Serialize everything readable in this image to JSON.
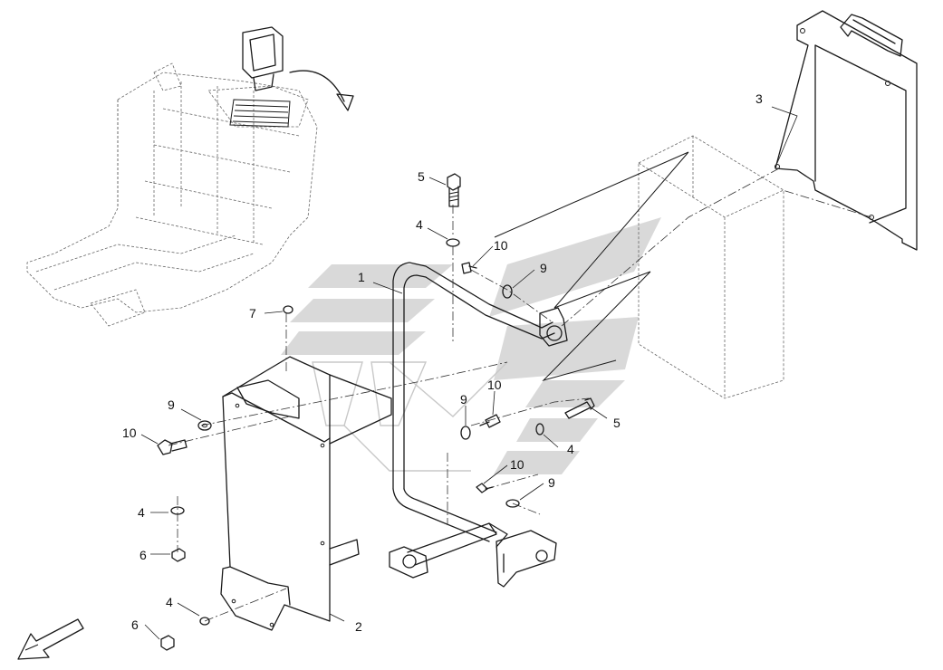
{
  "diagram": {
    "callouts": [
      {
        "id": "c1",
        "label": "1"
      },
      {
        "id": "c2",
        "label": "2"
      },
      {
        "id": "c3",
        "label": "3"
      },
      {
        "id": "c4a",
        "label": "4"
      },
      {
        "id": "c4b",
        "label": "4"
      },
      {
        "id": "c4c",
        "label": "4"
      },
      {
        "id": "c4d",
        "label": "4"
      },
      {
        "id": "c5a",
        "label": "5"
      },
      {
        "id": "c5b",
        "label": "5"
      },
      {
        "id": "c6a",
        "label": "6"
      },
      {
        "id": "c6b",
        "label": "6"
      },
      {
        "id": "c7",
        "label": "7"
      },
      {
        "id": "c9a",
        "label": "9"
      },
      {
        "id": "c9b",
        "label": "9"
      },
      {
        "id": "c9c",
        "label": "9"
      },
      {
        "id": "c9d",
        "label": "9"
      },
      {
        "id": "c10a",
        "label": "10"
      },
      {
        "id": "c10b",
        "label": "10"
      },
      {
        "id": "c10c",
        "label": "10"
      },
      {
        "id": "c10d",
        "label": "10"
      }
    ]
  }
}
